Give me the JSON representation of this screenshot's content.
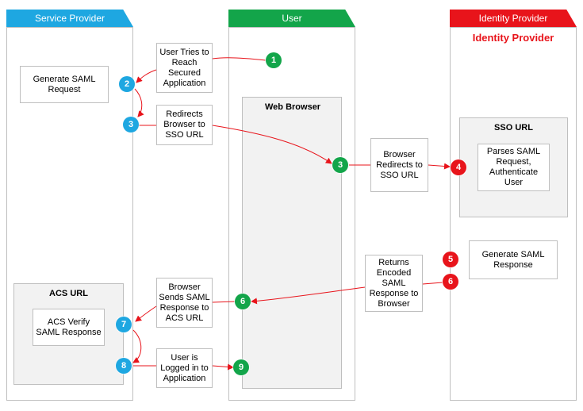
{
  "colors": {
    "service_provider": "#1ea7e1",
    "user": "#13a54a",
    "identity_provider": "#e8141b",
    "arrow": "#e8141b"
  },
  "lanes": {
    "service_provider": "Service Provider",
    "user": "User",
    "identity_provider": "Identity Provider",
    "identity_provider_subtitle": "Identity Provider"
  },
  "panels": {
    "web_browser": "Web Browser",
    "sso_url": "SSO URL",
    "acs_url": "ACS URL"
  },
  "boxes": {
    "generate_saml_request": "Generate SAML\nRequest",
    "user_tries_to_reach": "User Tries to\nReach\nSecured\nApplication",
    "redirects_browser": "Redirects\nBrowser to\nSSO URL",
    "browser_redirects": "Browser\nRedirects to\nSSO URL",
    "parses_saml_request": "Parses SAML\nRequest,\nAuthenticate\nUser",
    "generate_saml_response": "Generate SAML\nResponse",
    "returns_encoded": "Returns\nEncoded\nSAML\nResponse to\nBrowser",
    "browser_sends": "Browser\nSends SAML\nResponse to\nACS URL",
    "acs_verify": "ACS Verify\nSAML Response",
    "user_logged_in": "User is\nLogged in to\nApplication"
  },
  "steps": {
    "s1": "1",
    "s2": "2",
    "s3a": "3",
    "s3b": "3",
    "s4": "4",
    "s5": "5",
    "s6a": "6",
    "s6b": "6",
    "s7": "7",
    "s8": "8",
    "s9": "9"
  }
}
